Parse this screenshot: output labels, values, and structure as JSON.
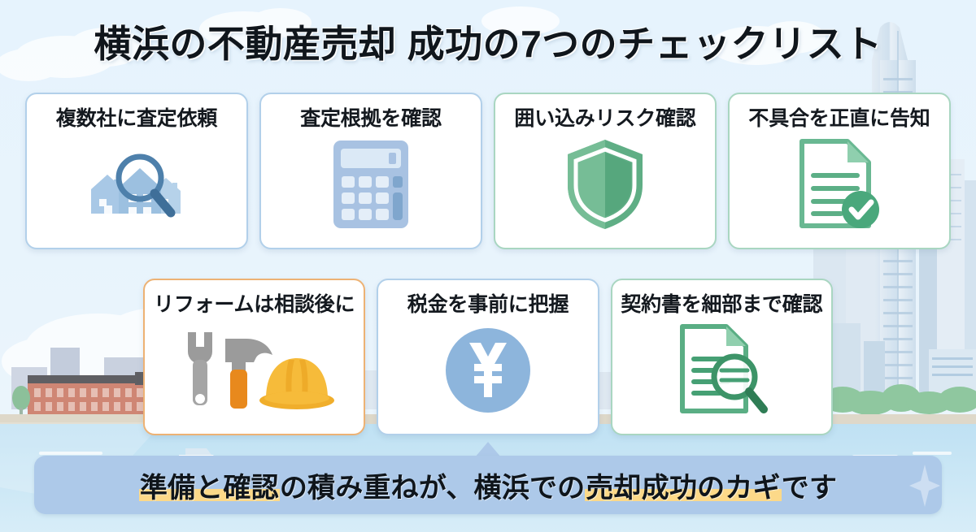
{
  "page": {
    "title": "横浜の不動産売却 成功の7つのチェックリスト",
    "language": "ja",
    "theme_colors": {
      "sky": "#e7f3fc",
      "water": "#bfe0f2",
      "accent_blue": "#b2d0ea",
      "accent_green": "#a9d6c1",
      "accent_orange": "#edb274",
      "banner": "#adc9e9",
      "highlight": "#fcd989",
      "text": "#14191f"
    }
  },
  "background": {
    "scene_name": "yokohama-minatomirai-skyline",
    "elements": [
      "clouds",
      "left-skyline",
      "red-brick-warehouse",
      "trees",
      "promenade",
      "harbor-water",
      "boat",
      "landmark-tower",
      "right-skyline"
    ]
  },
  "cards": {
    "row1": [
      {
        "label": "複数社に査定依頼",
        "icon": "houses-magnifier-icon",
        "accent": "accent-blue"
      },
      {
        "label": "査定根拠を確認",
        "icon": "calculator-icon",
        "accent": "accent-blue"
      },
      {
        "label": "囲い込みリスク確認",
        "icon": "shield-icon",
        "accent": "accent-green"
      },
      {
        "label": "不具合を正直に告知",
        "icon": "document-check-icon",
        "accent": "accent-green"
      }
    ],
    "row2": [
      {
        "label": "リフォームは相談後に",
        "icon": "tools-hardhat-icon",
        "accent": "accent-orange"
      },
      {
        "label": "税金を事前に把握",
        "icon": "yen-coin-icon",
        "accent": "accent-blue"
      },
      {
        "label": "契約書を細部まで確認",
        "icon": "document-magnifier-icon",
        "accent": "accent-green"
      }
    ]
  },
  "footer": {
    "segments": [
      {
        "text": "準備と確認",
        "highlight": true
      },
      {
        "text": "の積み重ねが、横浜での",
        "highlight": false
      },
      {
        "text": "売却成功のカギ",
        "highlight": true
      },
      {
        "text": "です",
        "highlight": false
      }
    ],
    "full_text": "準備と確認の積み重ねが、横浜での売却成功のカギです"
  }
}
